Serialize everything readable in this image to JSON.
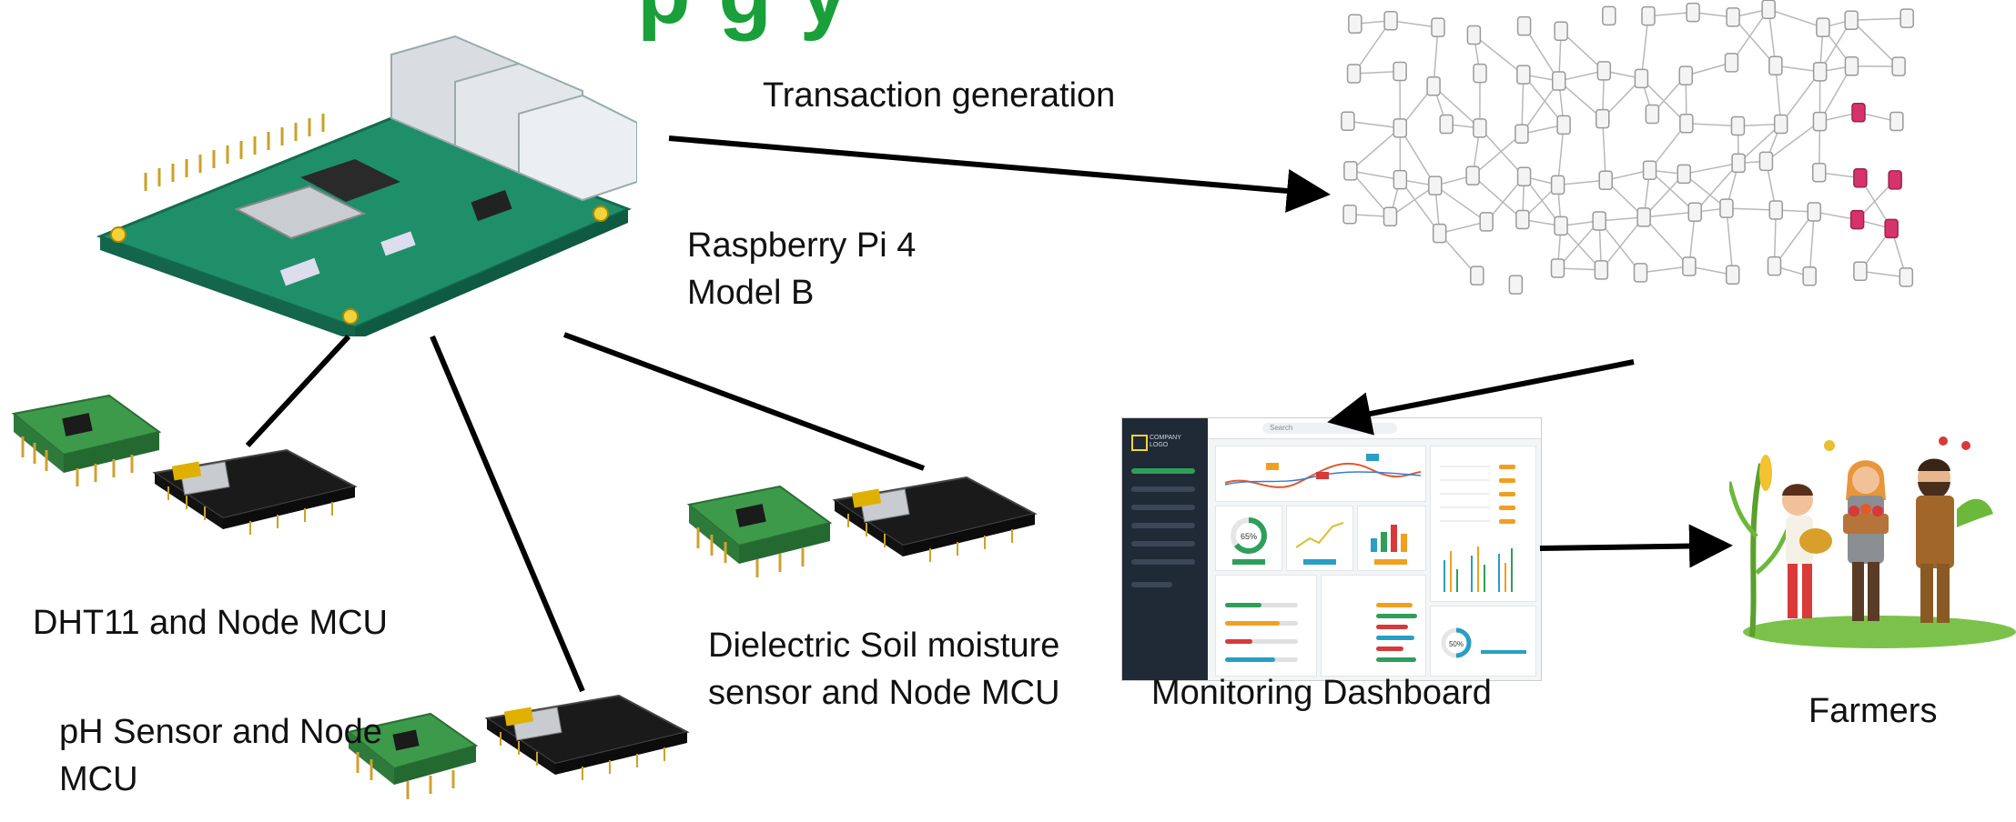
{
  "title_fragment": "p    g y",
  "labels": {
    "transaction": "Transaction generation",
    "rpi_line1": "Raspberry Pi 4",
    "rpi_line2": "Model B",
    "dht11": "DHT11 and Node MCU",
    "ph_line1": "pH Sensor and Node",
    "ph_line2": "MCU",
    "soil_line1": "Dielectric Soil moisture",
    "soil_line2": "sensor and Node MCU",
    "dashboard": "Monitoring Dashboard",
    "farmers": "Farmers"
  },
  "dashboard_ui": {
    "logo": "COMPANY LOGO",
    "search": "Search",
    "gauge1": "65%",
    "gauge2": "50%"
  },
  "colors": {
    "title_green": "#1aa03a",
    "board_green": "#1f8f6a",
    "arrow": "#000000",
    "accent_pink": "#d6336c"
  }
}
